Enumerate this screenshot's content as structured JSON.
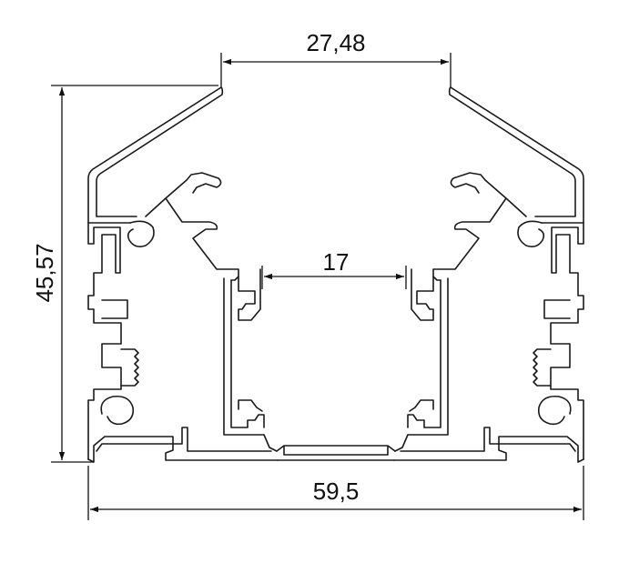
{
  "dimensions": {
    "top_width": "27,48",
    "inner_width": "17",
    "height": "45,57",
    "bottom_width": "59,5"
  }
}
